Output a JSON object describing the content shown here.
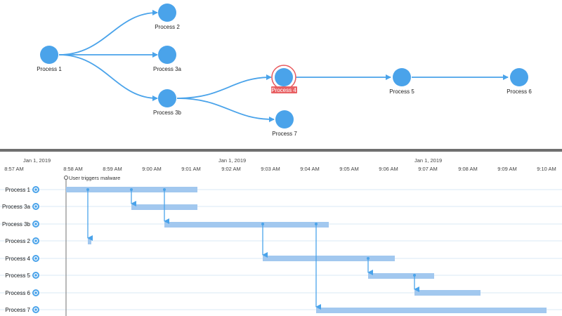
{
  "colors": {
    "node": "#4aa3ea",
    "edge": "#4aa3ea",
    "bar": "#a2c8ef",
    "bar_edge": "#5aa3e6",
    "selected_ring": "#e8595e",
    "selected_label_bg": "#e86063",
    "row_line": "#d9e9f6",
    "marker": "#8a8a8a"
  },
  "graph": {
    "nodes": [
      {
        "id": "p1",
        "label": "Process 1",
        "selected": false
      },
      {
        "id": "p2",
        "label": "Process 2",
        "selected": false
      },
      {
        "id": "p3a",
        "label": "Process 3a",
        "selected": false
      },
      {
        "id": "p3b",
        "label": "Process 3b",
        "selected": false
      },
      {
        "id": "p4",
        "label": "Process 4",
        "selected": true
      },
      {
        "id": "p5",
        "label": "Process 5",
        "selected": false
      },
      {
        "id": "p6",
        "label": "Process 6",
        "selected": false
      },
      {
        "id": "p7",
        "label": "Process 7",
        "selected": false
      }
    ],
    "edges": [
      {
        "from": "p1",
        "to": "p2"
      },
      {
        "from": "p1",
        "to": "p3a"
      },
      {
        "from": "p1",
        "to": "p3b"
      },
      {
        "from": "p3b",
        "to": "p4"
      },
      {
        "from": "p3b",
        "to": "p7"
      },
      {
        "from": "p4",
        "to": "p5"
      },
      {
        "from": "p5",
        "to": "p6"
      }
    ]
  },
  "timeline": {
    "date_labels": [
      "Jan 1, 2019",
      "Jan 1, 2019",
      "Jan 1, 2019"
    ],
    "time_ticks": [
      "8:57 AM",
      "8:58 AM",
      "8:59 AM",
      "9:00 AM",
      "9:01 AM",
      "9:02 AM",
      "9:03 AM",
      "9:04 AM",
      "9:05 AM",
      "9:06 AM",
      "9:07 AM",
      "9:08 AM",
      "9:09 AM",
      "9:10 AM"
    ],
    "event_marker": {
      "label": "User triggers malware",
      "time": "8:58 AM"
    },
    "rows": [
      {
        "label": "Process 1",
        "icon": "settings-icon"
      },
      {
        "label": "Process 3a",
        "icon": "settings-icon"
      },
      {
        "label": "Process 3b",
        "icon": "settings-icon"
      },
      {
        "label": "Process 2",
        "icon": "settings-icon"
      },
      {
        "label": "Process 4",
        "icon": "settings-icon"
      },
      {
        "label": "Process 5",
        "icon": "settings-icon"
      },
      {
        "label": "Process 6",
        "icon": "settings-icon"
      },
      {
        "label": "Process 7",
        "icon": "settings-icon"
      }
    ]
  }
}
